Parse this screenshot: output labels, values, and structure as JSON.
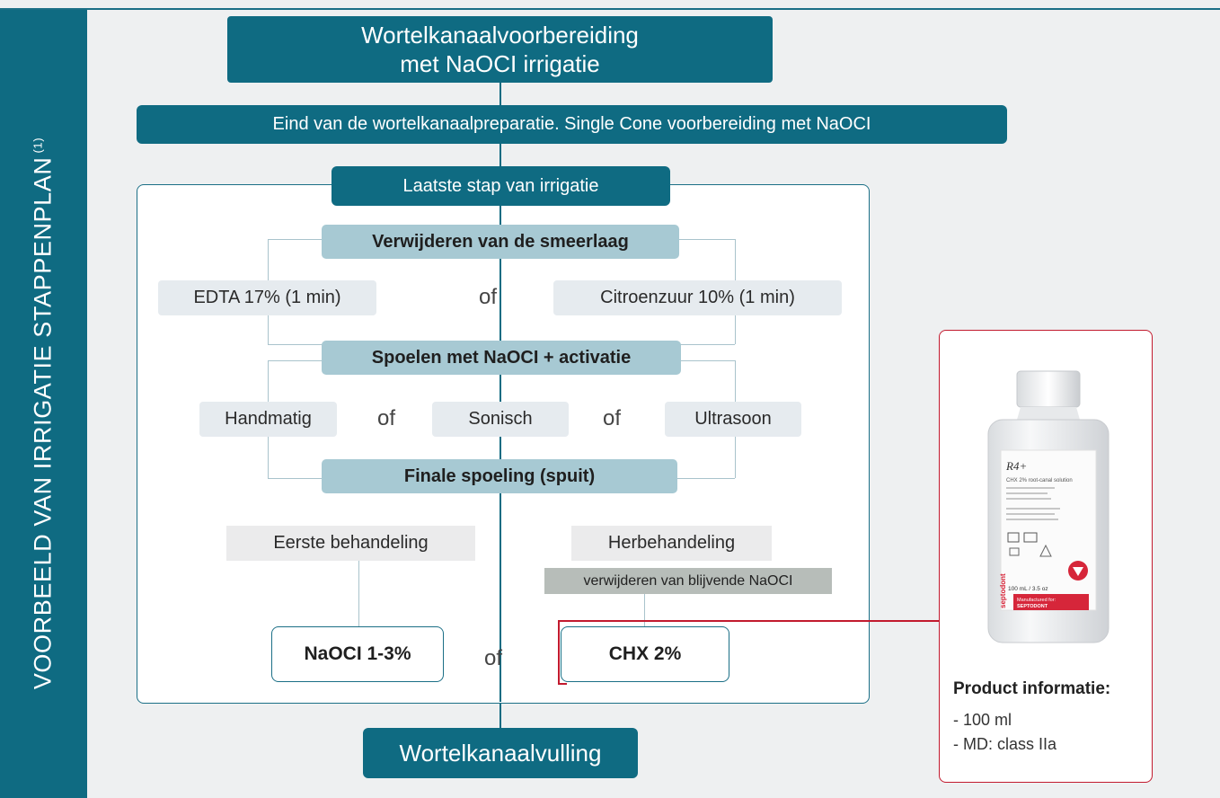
{
  "sidebar": {
    "title": "VOORBEELD VAN IRRIGATIE STAPPENPLAN",
    "superscript": "(1)"
  },
  "header": {
    "line1": "Wortelkanaalvoorbereiding",
    "line2": "met NaOCI irrigatie"
  },
  "step_end": "Eind van de wortelkanaalpreparatie. Single Cone voorbereiding met NaOCI",
  "step_last": "Laatste stap van irrigatie",
  "smear": {
    "title": "Verwijderen van de smeerlaag",
    "option_left": "EDTA 17% (1 min)",
    "or": "of",
    "option_right": "Citroenzuur 10% (1 min)"
  },
  "activation": {
    "title": "Spoelen met NaOCI + activatie",
    "options": [
      "Handmatig",
      "Sonisch",
      "Ultrasoon"
    ],
    "or": "of"
  },
  "final": {
    "title": "Finale spoeling (spuit)",
    "left_label": "Eerste behandeling",
    "right_label": "Herbehandeling",
    "right_note": "verwijderen van blijvende NaOCI",
    "left_result": "NaOCI 1-3%",
    "or": "of",
    "right_result": "CHX 2%"
  },
  "footer": "Wortelkanaalvulling",
  "product": {
    "label_title": "R4+",
    "label_subtitle": "CHX 2% root-canal solution",
    "label_volume": "100 mL / 3.5 oz",
    "label_brand": "septodont",
    "label_manufactured": "Manufactured for:",
    "label_manufacturer": "SEPTODONT",
    "info_title": "Product informatie:",
    "info_items": [
      "- 100 ml",
      "- MD: class IIa"
    ]
  },
  "colors": {
    "teal": "#0f6b82",
    "light_blue": "#a7c9d3",
    "red": "#c21a2e",
    "background": "#eef0f1"
  }
}
